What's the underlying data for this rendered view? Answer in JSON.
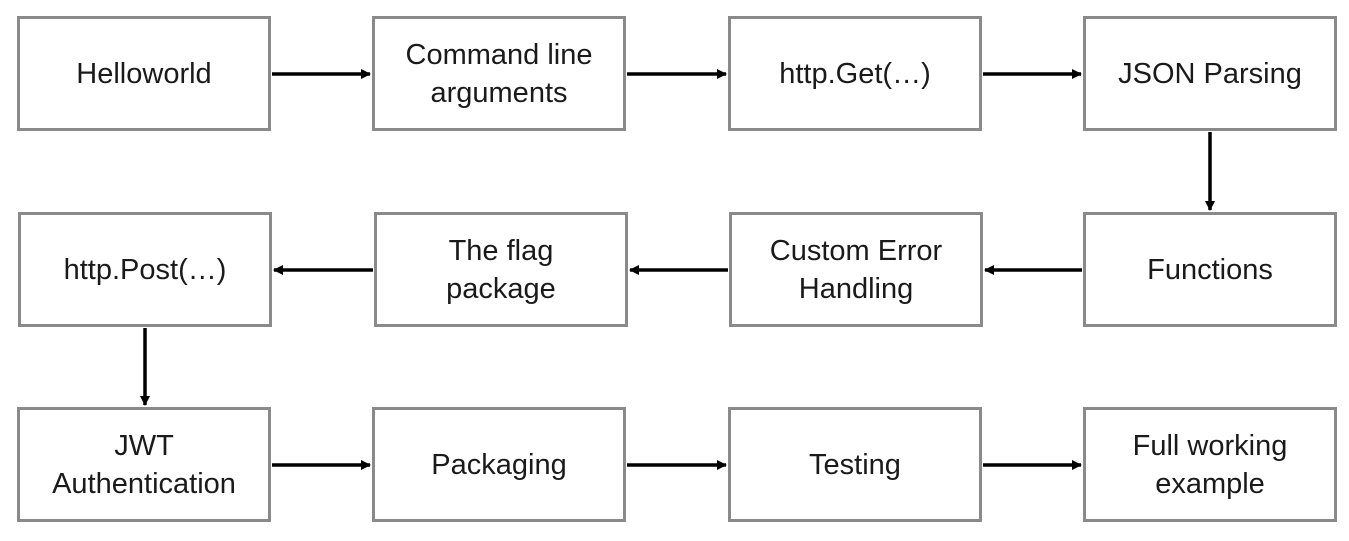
{
  "diagram": {
    "colors": {
      "box_border": "#8a8a8a",
      "arrow": "#000000",
      "text": "#1a1a1a",
      "background": "#ffffff"
    },
    "steps": [
      {
        "id": "helloworld",
        "label": "Helloworld"
      },
      {
        "id": "command-line-arguments",
        "label": "Command line arguments"
      },
      {
        "id": "http-get",
        "label": "http.Get(…)"
      },
      {
        "id": "json-parsing",
        "label": "JSON Parsing"
      },
      {
        "id": "functions",
        "label": "Functions"
      },
      {
        "id": "custom-error-handling",
        "label": "Custom Error Handling"
      },
      {
        "id": "flag-package",
        "label": "The flag package"
      },
      {
        "id": "http-post",
        "label": "http.Post(…)"
      },
      {
        "id": "jwt-authentication",
        "label": "JWT Authentication"
      },
      {
        "id": "packaging",
        "label": "Packaging"
      },
      {
        "id": "testing",
        "label": "Testing"
      },
      {
        "id": "full-working-example",
        "label": "Full working example"
      }
    ],
    "edges": [
      {
        "from": "helloworld",
        "to": "command-line-arguments"
      },
      {
        "from": "command-line-arguments",
        "to": "http-get"
      },
      {
        "from": "http-get",
        "to": "json-parsing"
      },
      {
        "from": "json-parsing",
        "to": "functions"
      },
      {
        "from": "functions",
        "to": "custom-error-handling"
      },
      {
        "from": "custom-error-handling",
        "to": "flag-package"
      },
      {
        "from": "flag-package",
        "to": "http-post"
      },
      {
        "from": "http-post",
        "to": "jwt-authentication"
      },
      {
        "from": "jwt-authentication",
        "to": "packaging"
      },
      {
        "from": "packaging",
        "to": "testing"
      },
      {
        "from": "testing",
        "to": "full-working-example"
      }
    ]
  }
}
